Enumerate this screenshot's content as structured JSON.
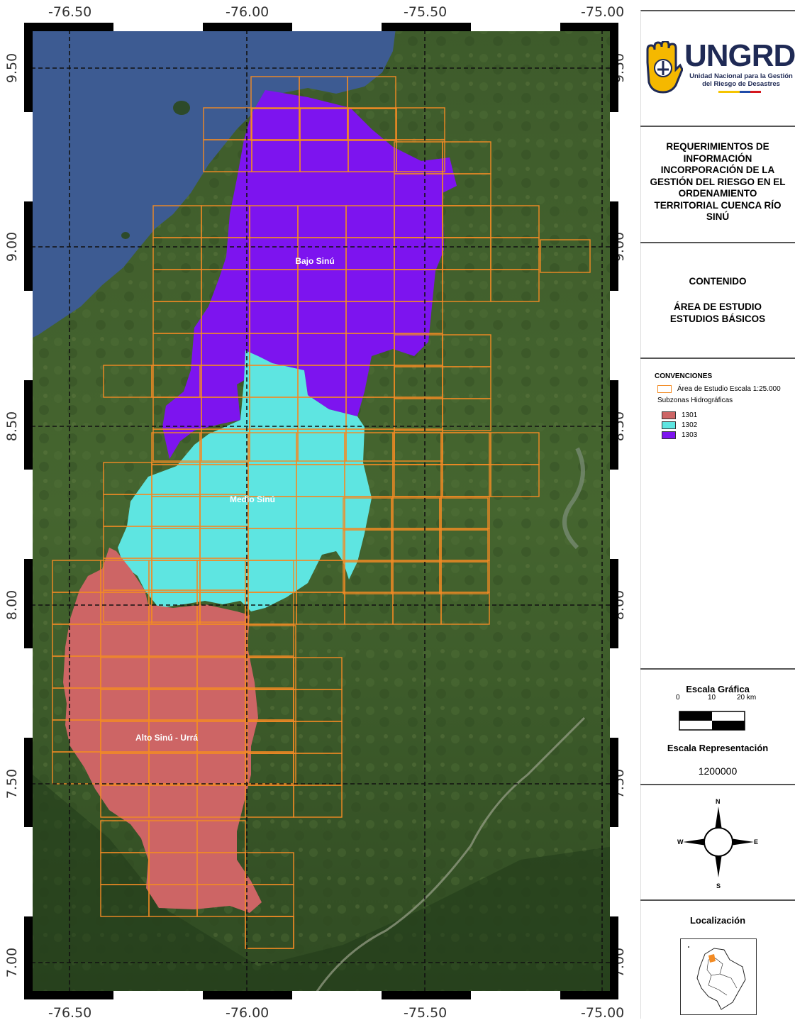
{
  "map": {
    "x_ticks": [
      "-76.50",
      "-76.00",
      "-75.50",
      "-75.00"
    ],
    "y_ticks": [
      "9.50",
      "9.00",
      "8.50",
      "8.00",
      "7.50",
      "7.00"
    ],
    "regions": [
      {
        "name": "Bajo Sinú",
        "code": "1303",
        "color": "#7d14ef"
      },
      {
        "name": "Medio Sinú",
        "code": "1302",
        "color": "#5ee5e1"
      },
      {
        "name": "Alto Sinú - Urrá",
        "code": "1301",
        "color": "#cd6565"
      }
    ],
    "grid_color": "#f28b24"
  },
  "logo": {
    "brand": "UNGRD",
    "line1": "Unidad Nacional para la Gestión",
    "line2": "del Riesgo de Desastres"
  },
  "title": {
    "text": "REQUERIMIENTOS DE INFORMACIÓN INCORPORACIÓN DE LA GESTIÓN DEL RIESGO EN EL ORDENAMIENTO TERRITORIAL CUENCA RÍO SINÚ"
  },
  "content": {
    "heading": "CONTENIDO",
    "text": "ÁREA DE ESTUDIO ESTUDIOS BÁSICOS"
  },
  "legend": {
    "title": "CONVENCIONES",
    "study_area": "Área de Estudio Escala 1:25.000",
    "subzones_title": "Subzonas Hidrográficas",
    "items": [
      {
        "code": "1301",
        "color": "#cd6565"
      },
      {
        "code": "1302",
        "color": "#5ee5e1"
      },
      {
        "code": "1303",
        "color": "#7d14ef"
      }
    ]
  },
  "scale": {
    "title": "Escala Gráfica",
    "labels": [
      "0",
      "10",
      "20 km"
    ],
    "rep_title": "Escala Representación",
    "rep_value": "1200000"
  },
  "north": {
    "n": "N",
    "s": "S",
    "e": "E",
    "w": "W"
  },
  "location": {
    "title": "Localización"
  }
}
